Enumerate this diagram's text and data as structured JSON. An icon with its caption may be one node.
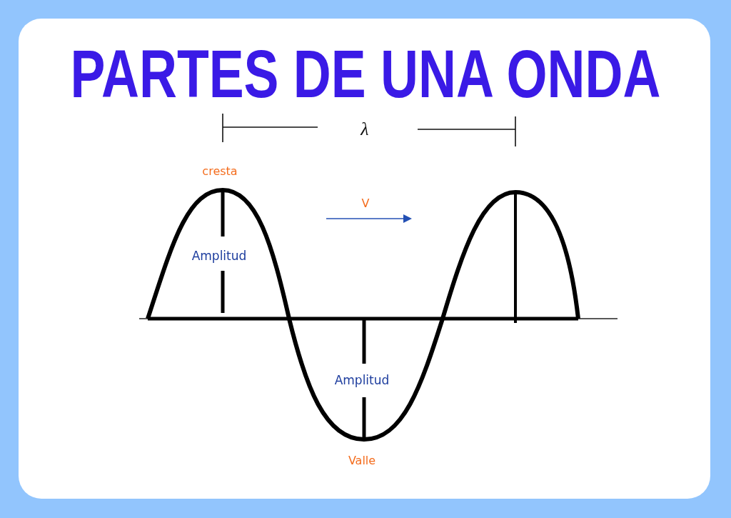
{
  "diagram": {
    "title": "PARTES DE UNA ONDA",
    "labels": [
      "λ",
      "cresta",
      "V",
      "Amplitud",
      "Amplitud",
      "Valle"
    ]
  }
}
